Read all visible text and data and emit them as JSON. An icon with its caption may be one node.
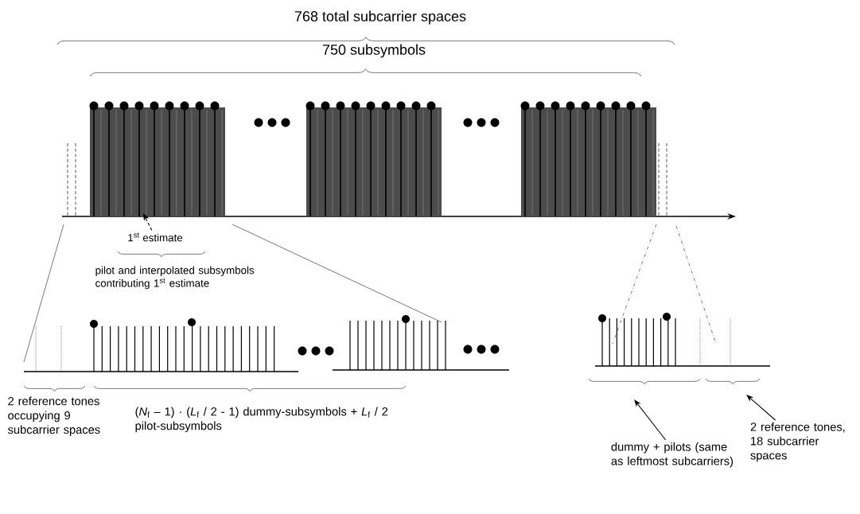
{
  "diagram": {
    "nodes": [
      {
        "text": [
          "1$^{st}$ estimate"
        ]
      },
      {
        "text": [
          "dummy + pilots (same as leftmost subcarriers)"
        ]
      },
      {
        "text": [
          "2 reference tones, 18 subcarrier spaces"
        ]
      }
    ],
    "edges": [
      {
        "from": 0,
        "to": null,
        "arrow": "to",
        "style": "dashed"
      },
      {
        "from": 1,
        "to": null,
        "arrow": "to"
      },
      {
        "from": 2,
        "to": null,
        "arrow": "to"
      }
    ],
    "labels": [
      "768 total subcarrier spaces",
      "750 subsymbols",
      "pilot and interpolated subsymbols contributing 1$^{st}$ estimate",
      "2 reference tones occupying 9 subcarrier spaces",
      "(*N*$_{f}$ – 1) · (*L*$_{f}$ / 2 - 1) dummy-subsymbols + *L*$_{f}$ / 2 pilot-subsymbols"
    ]
  }
}
